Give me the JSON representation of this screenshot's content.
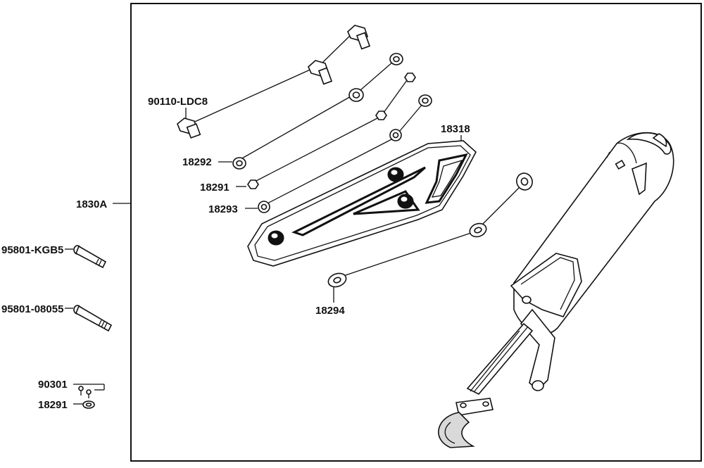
{
  "labels": {
    "group": "1830A",
    "bolt_ldc8": "90110-LDC8",
    "shield": "18318",
    "washer_18292": "18292",
    "nut_18291": "18291",
    "collar_18293": "18293",
    "washer_18294": "18294",
    "bolt_kgb5": "95801-KGB5",
    "bolt_08055": "95801-08055",
    "screw_90301": "90301",
    "nut_18291_b": "18291"
  },
  "colors": {
    "line": "#111111",
    "background": "#ffffff",
    "fill_light": "#d9d9d9"
  }
}
